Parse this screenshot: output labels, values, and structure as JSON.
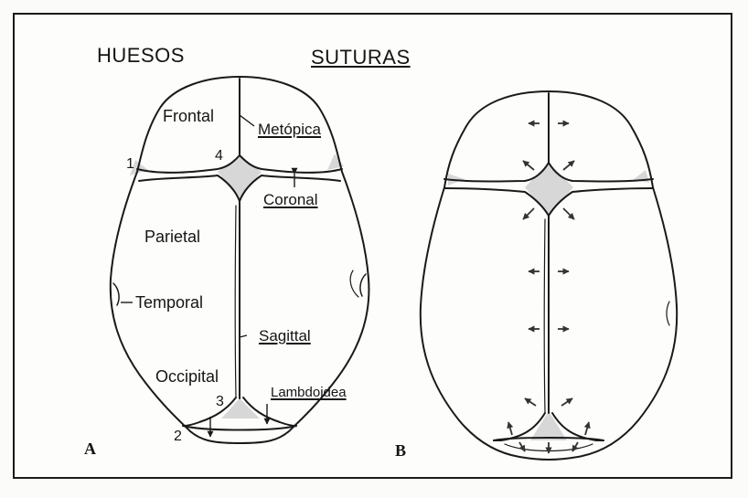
{
  "headings": {
    "bones": "HUESOS",
    "sutures": "SUTURAS"
  },
  "bones": {
    "frontal": "Frontal",
    "parietal": "Parietal",
    "temporal": "Temporal",
    "occipital": "Occipital"
  },
  "sutures": {
    "metopic": "Metópica",
    "coronal": "Coronal",
    "sagittal": "Sagittal",
    "lambdoid": "Lambdoidea"
  },
  "fontanelle_numbers": {
    "n1": "1",
    "n2": "2",
    "n3": "3",
    "n4": "4"
  },
  "panels": {
    "a": "A",
    "b": "B"
  },
  "colors": {
    "ink": "#1a1a1a",
    "fontanelle_fill": "#d7d7d7",
    "background": "#fdfdfb"
  }
}
